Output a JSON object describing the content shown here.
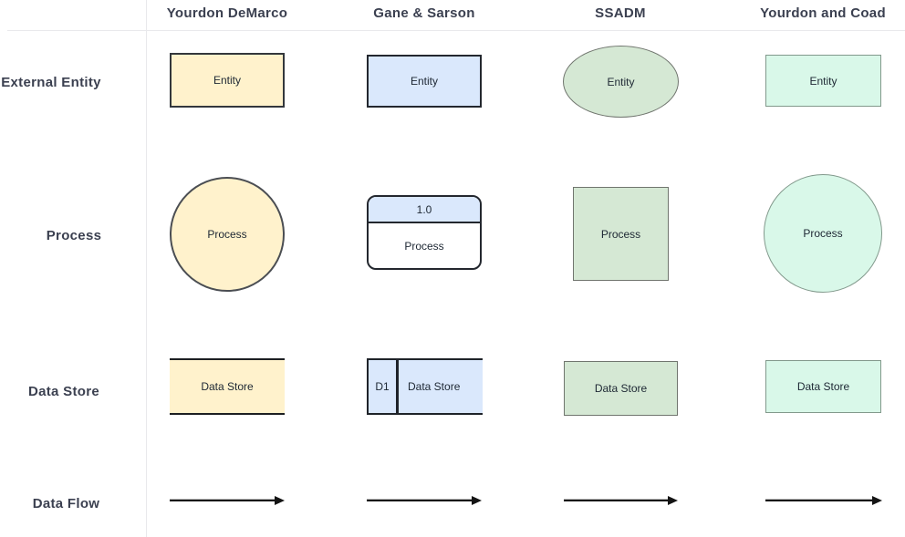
{
  "table": {
    "columns": [
      {
        "id": "yourdon-demarco",
        "label": "Yourdon DeMarco"
      },
      {
        "id": "gane-sarson",
        "label": "Gane & Sarson"
      },
      {
        "id": "ssadm",
        "label": "SSADM"
      },
      {
        "id": "yourdon-coad",
        "label": "Yourdon and Coad"
      }
    ],
    "rows": [
      {
        "id": "external-entity",
        "label": "External Entity"
      },
      {
        "id": "process",
        "label": "Process"
      },
      {
        "id": "data-store",
        "label": "Data Store"
      },
      {
        "id": "data-flow",
        "label": "Data Flow"
      }
    ]
  },
  "shapes": {
    "yourdon_demarco": {
      "entity": "Entity",
      "process": "Process",
      "data_store": "Data Store"
    },
    "gane_sarson": {
      "entity": "Entity",
      "process_number": "1.0",
      "process": "Process",
      "data_store_id": "D1",
      "data_store": "Data Store"
    },
    "ssadm": {
      "entity": "Entity",
      "process": "Process",
      "data_store": "Data Store"
    },
    "yourdon_coad": {
      "entity": "Entity",
      "process": "Process",
      "data_store": "Data Store"
    }
  },
  "colors": {
    "yourdon_demarco_fill": "#fff2cc",
    "gane_sarson_fill": "#dae8fc",
    "ssadm_fill": "#d5e8d4",
    "yourdon_coad_fill": "#d9f8e9",
    "arrow": "#141414",
    "grid_line": "#e9e9ec",
    "heading_text": "#3b4050"
  }
}
